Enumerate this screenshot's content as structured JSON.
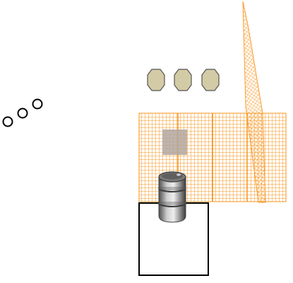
{
  "scene": {
    "background": "#ffffff",
    "colors": {
      "mesh": "#f7941d",
      "mesh_patch": "#b3a7a0",
      "octagon_fill": "#d3cba5",
      "octagon_stroke": "#555555",
      "ring_stroke": "#000000",
      "box_stroke": "#000000",
      "barrel_body": "#9a9a9a",
      "barrel_dark": "#555555"
    },
    "items": [
      {
        "name": "mesh-fence-panel",
        "kind": "orange-mesh"
      },
      {
        "name": "mesh-diagonal-strip",
        "kind": "orange-mesh"
      },
      {
        "name": "gray-patch",
        "kind": "square"
      },
      {
        "name": "octagon-markers",
        "kind": "octagon",
        "count": 3
      },
      {
        "name": "ring-markers",
        "kind": "circle",
        "count": 3
      },
      {
        "name": "open-box",
        "kind": "rectangle"
      },
      {
        "name": "oil-barrel",
        "kind": "barrel"
      }
    ]
  }
}
